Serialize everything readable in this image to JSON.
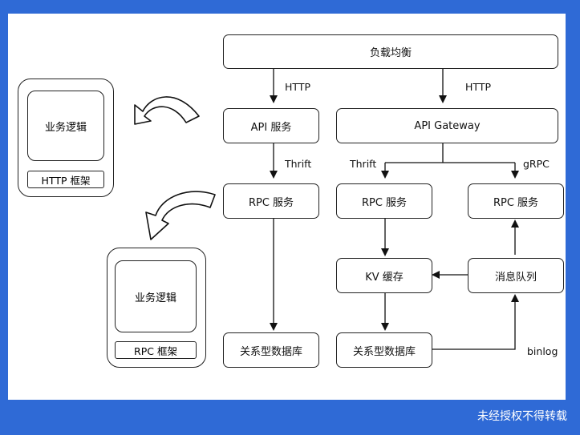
{
  "load_balancer": "负载均衡",
  "api_service": "API 服务",
  "api_gateway": "API Gateway",
  "rpc_service_left": "RPC 服务",
  "rpc_service_mid": "RPC 服务",
  "rpc_service_right": "RPC 服务",
  "kv_cache": "KV 缓存",
  "message_queue": "消息队列",
  "db_left": "关系型数据库",
  "db_right": "关系型数据库",
  "labels": {
    "http_left": "HTTP",
    "http_right": "HTTP",
    "thrift_left": "Thrift",
    "thrift_right": "Thrift",
    "grpc": "gRPC",
    "binlog": "binlog"
  },
  "http_framework": {
    "logic": "业务逻辑",
    "framework": "HTTP 框架"
  },
  "rpc_framework": {
    "logic": "业务逻辑",
    "framework": "RPC 框架"
  },
  "footer": "未经授权不得转载"
}
